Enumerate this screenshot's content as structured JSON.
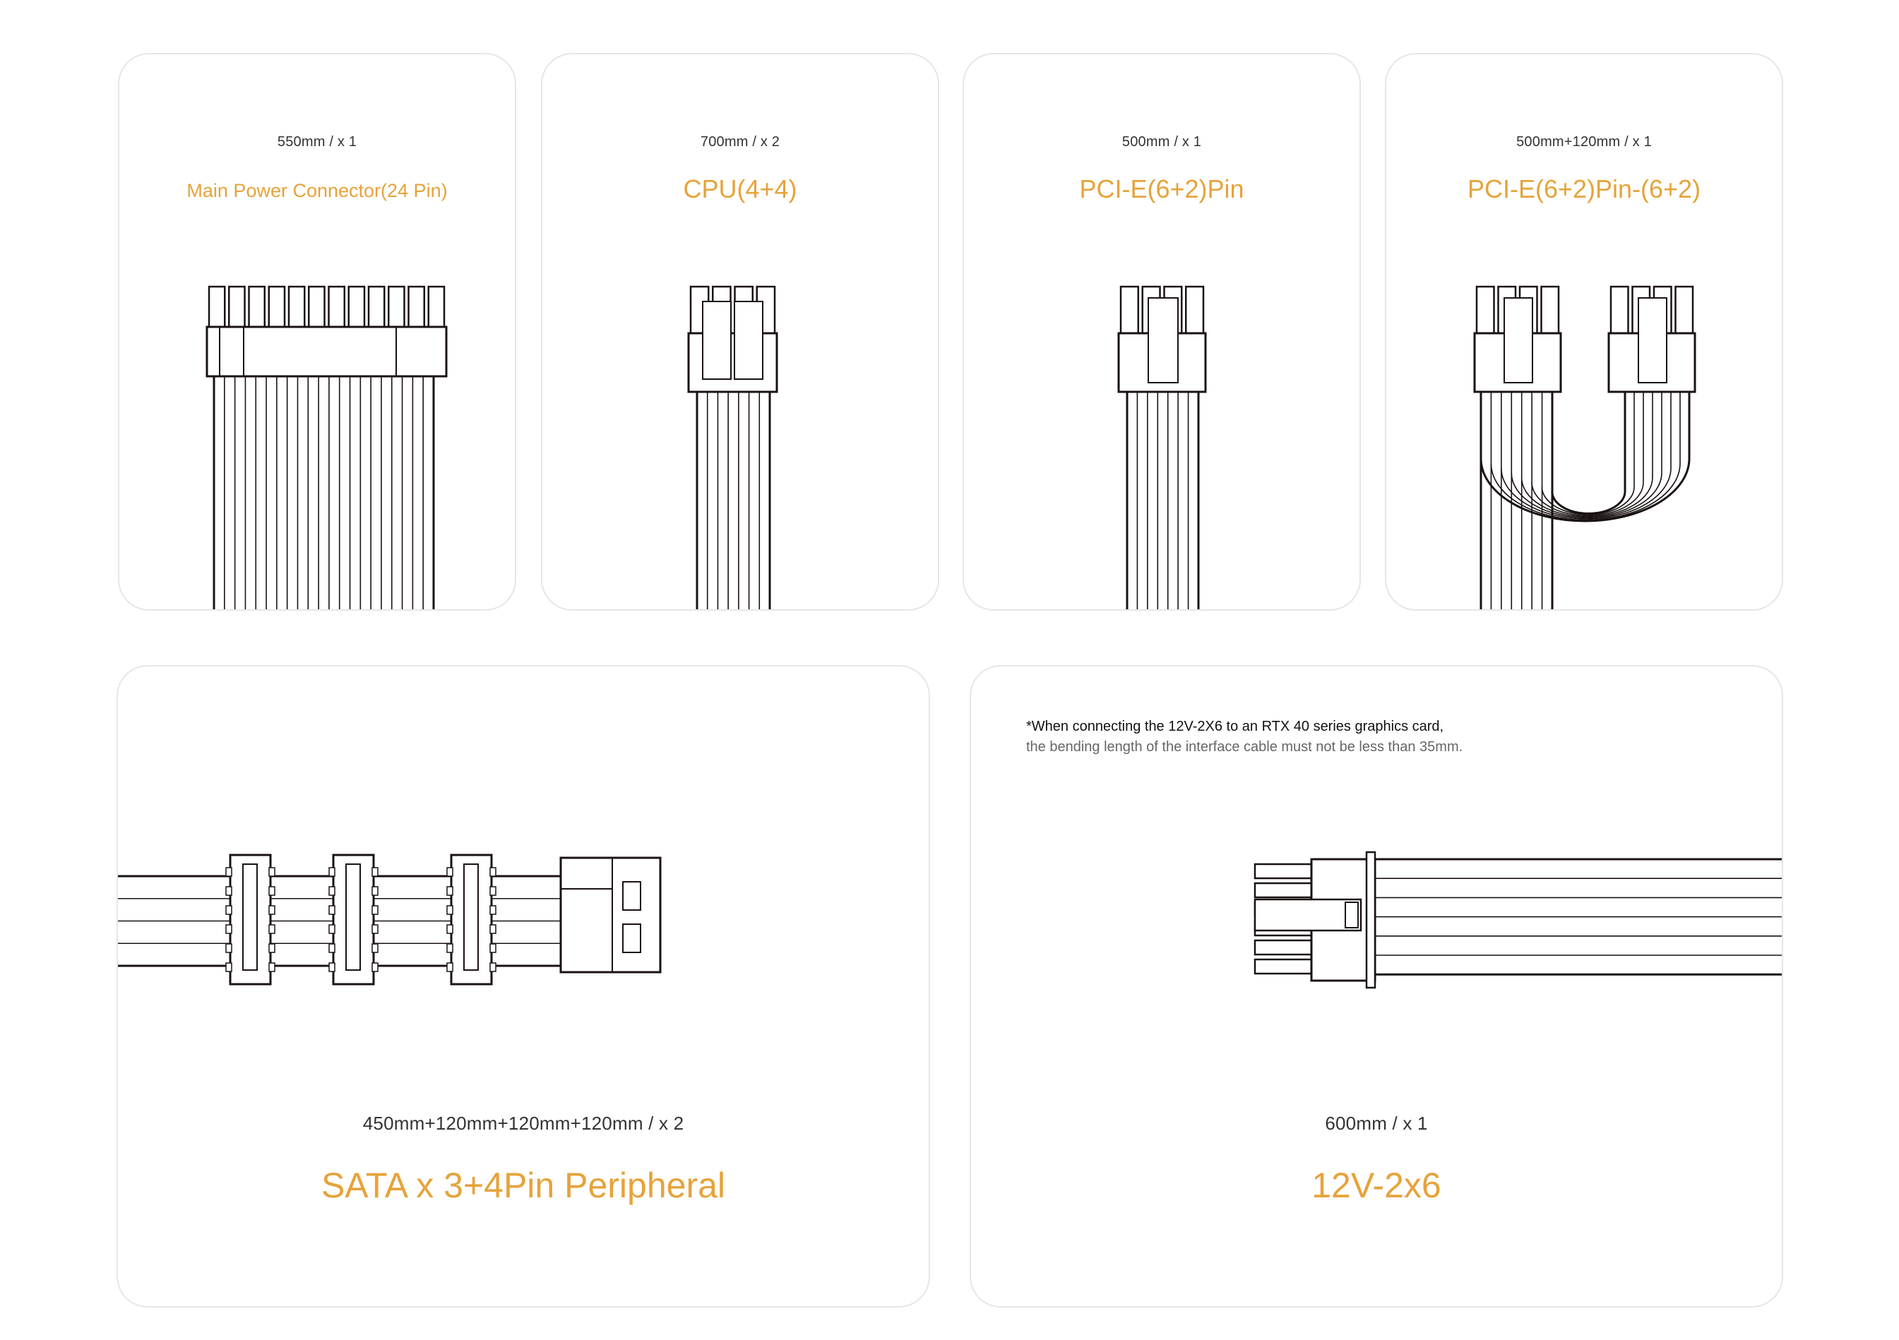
{
  "cards": [
    {
      "size": "550mm  /  x 1",
      "title": "Main Power Connector(24 Pin)"
    },
    {
      "size": "700mm  /  x 2",
      "title": "CPU(4+4)"
    },
    {
      "size": "500mm  /  x 1",
      "title": "PCI-E(6+2)Pin"
    },
    {
      "size": "500mm+120mm  /  x 1",
      "title": "PCI-E(6+2)Pin-(6+2)"
    },
    {
      "size": "450mm+120mm+120mm+120mm   /  x 2",
      "title": "SATA x 3+4Pin Peripheral"
    },
    {
      "size": "600mm   /  x 1",
      "title": "12V-2x6",
      "note_line1": "*When connecting the 12V-2X6 to an RTX 40 series graphics card,",
      "note_line2": "the bending length of the interface cable must not be less than 35mm."
    }
  ],
  "colors": {
    "accent": "#e6a33a",
    "line": "#1a1212",
    "border": "#e6e6e6"
  }
}
